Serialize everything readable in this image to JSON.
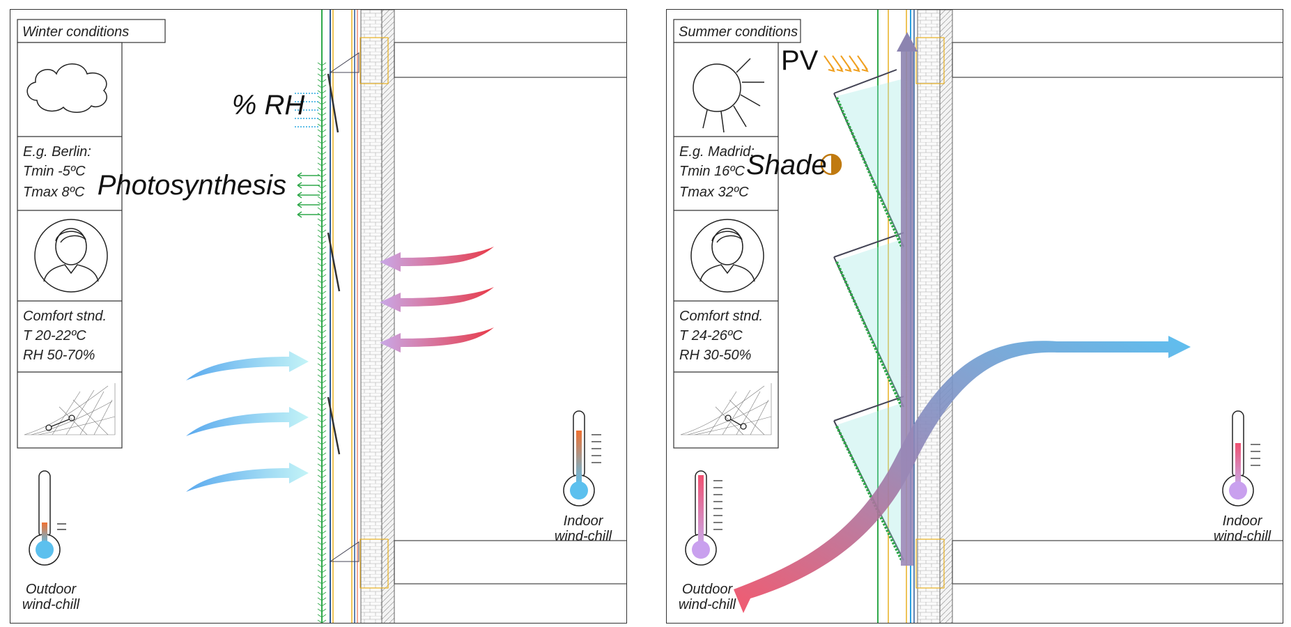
{
  "winter": {
    "header": "Winter conditions",
    "city_line": "E.g. Berlin:",
    "tmin": "Tmin -5ºC",
    "tmax": "Tmax 8ºC",
    "comfort_title": "Comfort stnd.",
    "comfort_t": "T 20-22ºC",
    "comfort_rh": "RH 50-70%",
    "rh_label": "% RH",
    "photo_label": "Photosynthesis",
    "outdoor_line1": "Outdoor",
    "outdoor_line2": "wind-chill",
    "indoor_line1": "Indoor",
    "indoor_line2": "wind-chill"
  },
  "summer": {
    "header": "Summer conditions",
    "city_line": "E.g. Madrid:",
    "tmin": "Tmin 16ºC",
    "tmax": "Tmax 32ºC",
    "comfort_title": "Comfort stnd.",
    "comfort_t": "T 24-26ºC",
    "comfort_rh": "RH 30-50%",
    "pv_label": "PV",
    "shade_label": "Shade",
    "outdoor_line1": "Outdoor",
    "outdoor_line2": "wind-chill",
    "indoor_line1": "Indoor",
    "indoor_line2": "wind-chill"
  },
  "colors": {
    "cold": "#5aa9ee",
    "cold_light": "#b8f0f5",
    "warm": "#e8454f",
    "warm_light": "#c9a8e8",
    "green": "#2fa84a",
    "orange": "#f0a020",
    "purple_flow": "#8e86b8"
  }
}
